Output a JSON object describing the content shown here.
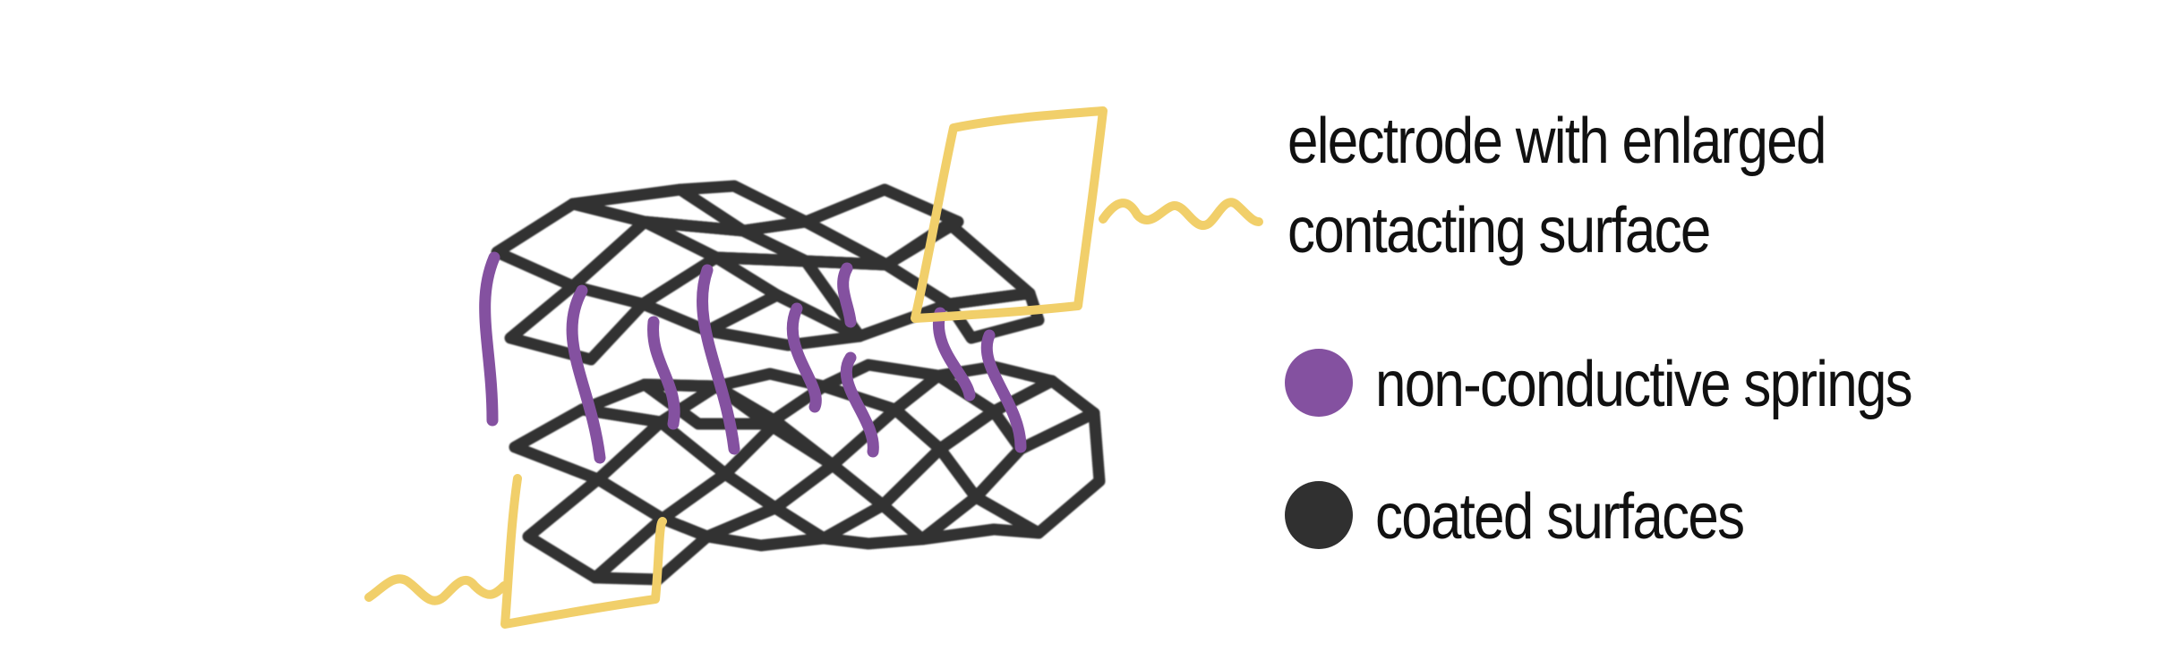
{
  "diagram": {
    "colors": {
      "electrode": "#f1cf6a",
      "spring": "#8451a0",
      "surface": "#303030",
      "background": "#ffffff"
    },
    "legend": {
      "electrode": {
        "line1": "electrode with enlarged",
        "line2": "contacting surface"
      },
      "springs": {
        "label": "non-conductive springs",
        "icon": "purple-circle"
      },
      "surfaces": {
        "label": "coated surfaces",
        "icon": "dark-gray-circle"
      }
    }
  }
}
